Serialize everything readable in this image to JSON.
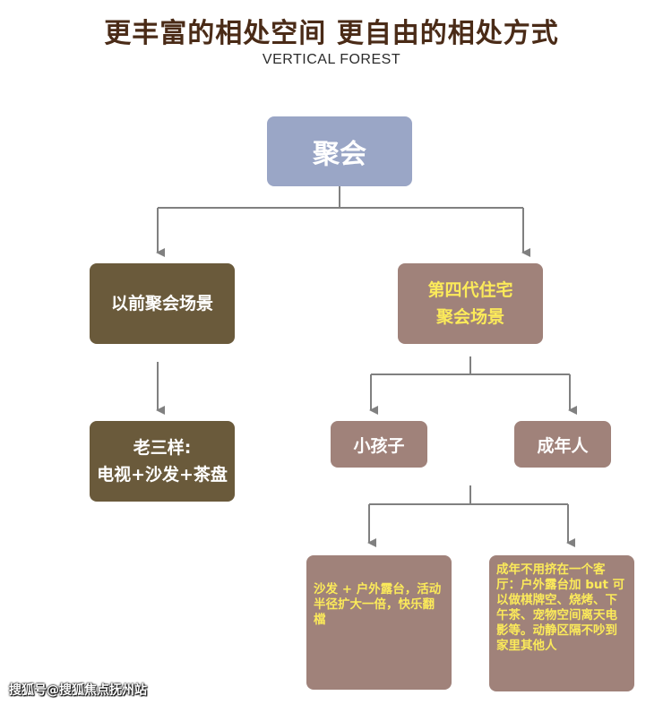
{
  "header": {
    "title": "更丰富的相处空间 更自由的相处方式",
    "subtitle": "VERTICAL FOREST"
  },
  "nodes": {
    "root": "聚会",
    "previous": [
      "以前聚会场景"
    ],
    "fourth_gen": [
      "第四代住宅",
      "聚会场景"
    ],
    "old_three": [
      "老三样:",
      "电视+沙发+茶盘"
    ],
    "kids": "小孩子",
    "adults": "成年人",
    "kids_desc": "沙发 + 户外露台，活动半径扩大一倍，快乐翻檔",
    "adults_desc": "成年不用挤在一个客厅：户外露台加 but 可以做棋牌空、烧烤、下午茶、宠物空间离天电影等。动静区隔不吵到家里其他人"
  },
  "colors": {
    "root_fill": "#9aa6c6",
    "dark_fill": "#6a5a3b",
    "mauve_fill": "#a0827a",
    "highlight_text": "#fbea5a",
    "connector": "#808080"
  },
  "watermark": "搜狐号@搜狐焦点抚州站"
}
